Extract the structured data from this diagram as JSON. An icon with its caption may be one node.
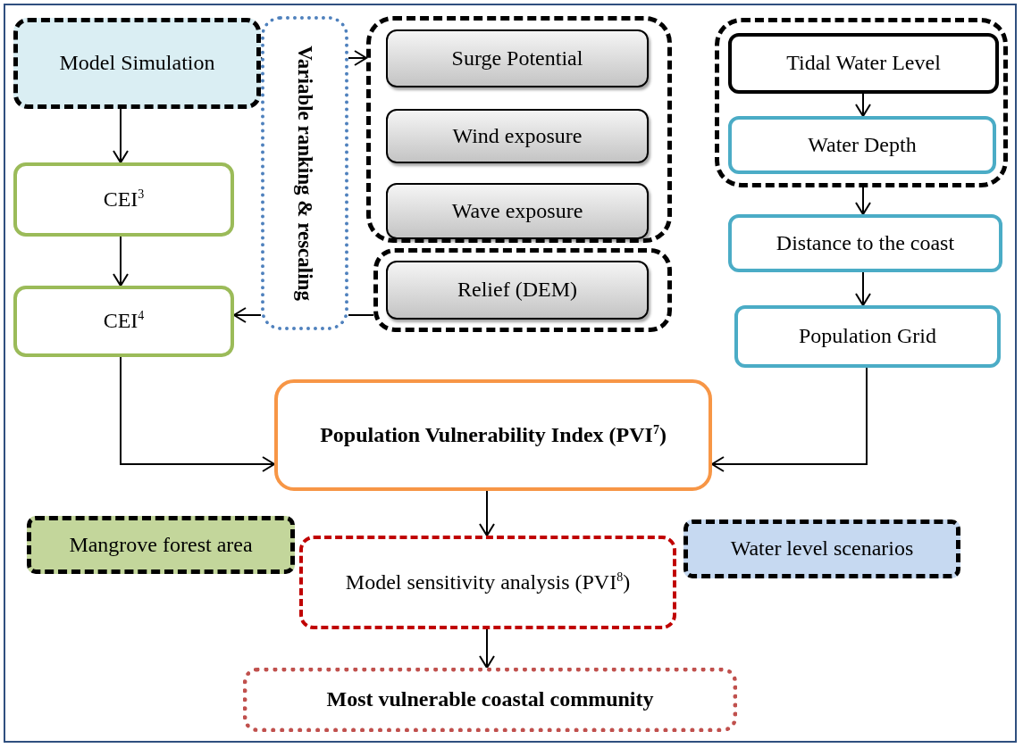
{
  "diagram": {
    "nodes": [
      {
        "text": [
          "Model Simulation"
        ]
      },
      {
        "text": [
          "CEI$^{3}$"
        ]
      },
      {
        "text": [
          "CEI$^{4}$"
        ]
      },
      {
        "text": [
          "Variable ranking & rescaling"
        ]
      },
      {
        "text": [],
        "shape": "box"
      },
      {
        "text": [
          "Surge Potential"
        ],
        "in": 4
      },
      {
        "text": [
          "Wind exposure"
        ],
        "in": 4
      },
      {
        "text": [
          "Wave exposure"
        ],
        "in": 4
      },
      {
        "text": [],
        "shape": "box"
      },
      {
        "text": [
          "Relief (DEM)"
        ],
        "in": 8
      },
      {
        "text": [],
        "shape": "box"
      },
      {
        "text": [
          "Tidal Water Level"
        ],
        "in": 10
      },
      {
        "text": [
          "Water Depth"
        ],
        "in": 10
      },
      {
        "text": [
          "Distance to the coast"
        ]
      },
      {
        "text": [
          "Population Grid"
        ]
      },
      {
        "text": [
          "Population Vulnerability Index (PVI$^{7}$)"
        ]
      },
      {
        "text": [
          "Mangrove forest area"
        ]
      },
      {
        "text": [
          "Model sensitivity analysis (PVI$^{8}$)"
        ]
      },
      {
        "text": [
          "Water level scenarios"
        ]
      },
      {
        "text": [
          "Most vulnerable coastal community"
        ]
      }
    ],
    "edges": [
      {
        "from": 3,
        "to": 0,
        "arrow": "to"
      },
      {
        "from": 3,
        "to": 4,
        "arrow": "to"
      },
      {
        "from": 0,
        "to": 1,
        "arrow": "to"
      },
      {
        "from": 1,
        "to": 2,
        "arrow": "to"
      },
      {
        "from": 3,
        "to": 2,
        "arrow": "to"
      },
      {
        "from": 8,
        "to": 3,
        "arrow": "none"
      },
      {
        "from": 11,
        "to": 12,
        "arrow": "to"
      },
      {
        "from": 10,
        "to": 13,
        "arrow": "to"
      },
      {
        "from": 13,
        "to": 14,
        "arrow": "to"
      },
      {
        "from": 2,
        "to": 15,
        "arrow": "to"
      },
      {
        "from": 14,
        "to": 15,
        "arrow": "to"
      },
      {
        "from": 15,
        "to": 17,
        "arrow": "to"
      },
      {
        "from": 17,
        "to": 19,
        "arrow": "to"
      }
    ]
  }
}
